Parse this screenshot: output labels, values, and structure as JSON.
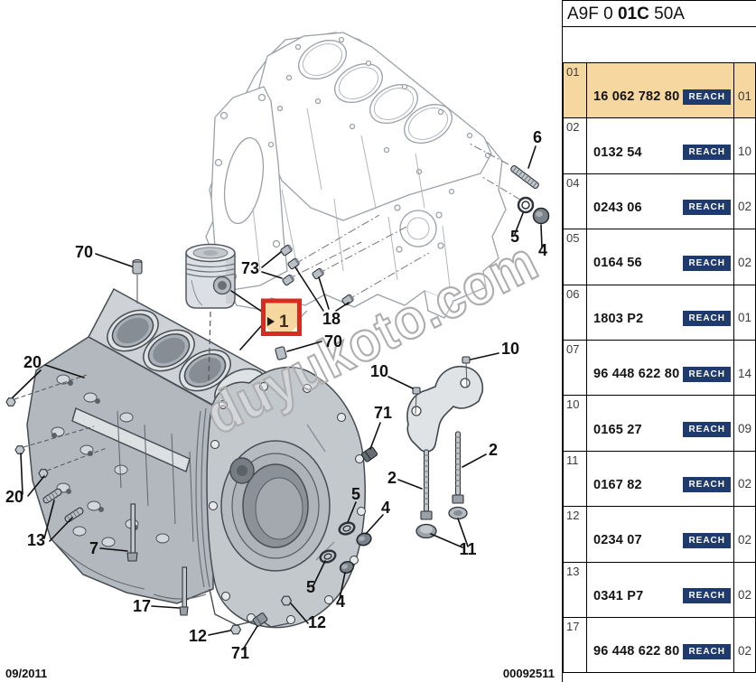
{
  "header": {
    "code_prefix": "A9F 0 ",
    "code_bold": "01C",
    "code_suffix": " 50A"
  },
  "watermark": "duyukoto.com",
  "footer": {
    "date": "09/2011",
    "doc_number": "00092511"
  },
  "colors": {
    "row_highlight": "#F6D7A0",
    "reach_badge": "#1F3B6E",
    "callout_box_red": "#D92C21",
    "table_border": "#000000"
  },
  "table": {
    "reach_label": "REACH",
    "rows": [
      {
        "index": "01",
        "part_number": "16 062 782 80",
        "qty": "01",
        "highlighted": true
      },
      {
        "index": "02",
        "part_number": "0132 54",
        "qty": "10",
        "highlighted": false
      },
      {
        "index": "04",
        "part_number": "0243 06",
        "qty": "02",
        "highlighted": false
      },
      {
        "index": "05",
        "part_number": "0164 56",
        "qty": "02",
        "highlighted": false
      },
      {
        "index": "06",
        "part_number": "1803 P2",
        "qty": "01",
        "highlighted": false
      },
      {
        "index": "07",
        "part_number": "96 448 622 80",
        "qty": "14",
        "highlighted": false
      },
      {
        "index": "10",
        "part_number": "0165 27",
        "qty": "09",
        "highlighted": false
      },
      {
        "index": "11",
        "part_number": "0167 82",
        "qty": "02",
        "highlighted": false
      },
      {
        "index": "12",
        "part_number": "0234 07",
        "qty": "02",
        "highlighted": false
      },
      {
        "index": "13",
        "part_number": "0341 P7",
        "qty": "02",
        "highlighted": false
      },
      {
        "index": "17",
        "part_number": "96 448 622 80",
        "qty": "02",
        "highlighted": false
      }
    ]
  },
  "diagram": {
    "box_label": "1",
    "callouts": [
      {
        "label": "70"
      },
      {
        "label": "73"
      },
      {
        "label": "18"
      },
      {
        "label": "70"
      },
      {
        "label": "10"
      },
      {
        "label": "10"
      },
      {
        "label": "71"
      },
      {
        "label": "2"
      },
      {
        "label": "2"
      },
      {
        "label": "11"
      },
      {
        "label": "5"
      },
      {
        "label": "4"
      },
      {
        "label": "6"
      },
      {
        "label": "5"
      },
      {
        "label": "4"
      },
      {
        "label": "5"
      },
      {
        "label": "4"
      },
      {
        "label": "12"
      },
      {
        "label": "12"
      },
      {
        "label": "71"
      },
      {
        "label": "17"
      },
      {
        "label": "7"
      },
      {
        "label": "20"
      },
      {
        "label": "20"
      },
      {
        "label": "13"
      }
    ]
  }
}
